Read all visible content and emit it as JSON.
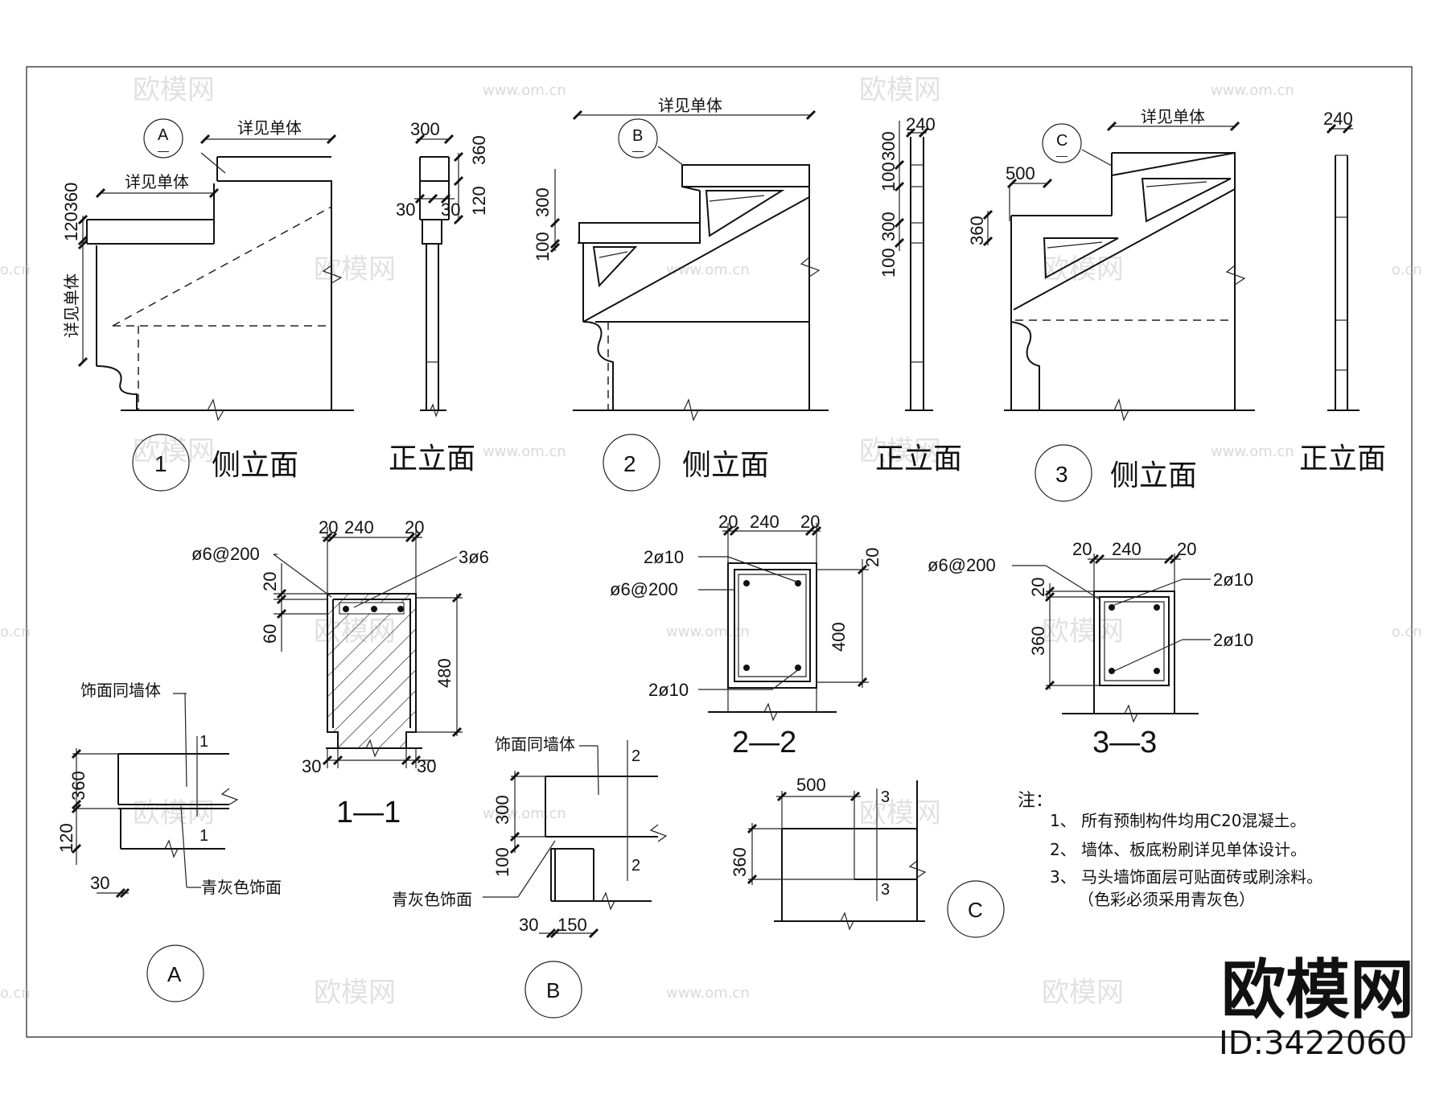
{
  "labels": {
    "detail_single": "详见单体",
    "side_elevation": "侧立面",
    "front_elevation": "正立面",
    "finish_same_wall": "饰面同墙体",
    "grey_finish": "青灰色饰面"
  },
  "circles": {
    "A": "A",
    "B": "B",
    "C": "C",
    "one": "1",
    "two": "2",
    "three": "3",
    "dash": "—"
  },
  "dims": {
    "d20": "20",
    "d30": "30",
    "d60": "60",
    "d100": "100",
    "d120": "120",
    "d150": "150",
    "d240": "240",
    "d300": "300",
    "d360": "360",
    "d400": "400",
    "d480": "480",
    "d500": "500",
    "d120360": "120360"
  },
  "rebar": {
    "stirrup": "ø6@200",
    "bars_3": "3ø6",
    "bars_2": "2ø10"
  },
  "sections": {
    "s1": "1—1",
    "s2": "2—2",
    "s3": "3—3",
    "c1": "1",
    "c2": "2",
    "c3": "3"
  },
  "notes": {
    "heading": "注：",
    "n1": "1、 所有预制构件均用C20混凝土。",
    "n2": "2、 墙体、板底粉刷详见单体设计。",
    "n3": "3、 马头墙饰面层可贴面砖或刷涂料。",
    "n3b": "（色彩必须采用青灰色）"
  },
  "watermark": {
    "brand": "欧模网",
    "site": "www.om.cn",
    "site_short": "o.cn",
    "id": "ID:3422060"
  }
}
